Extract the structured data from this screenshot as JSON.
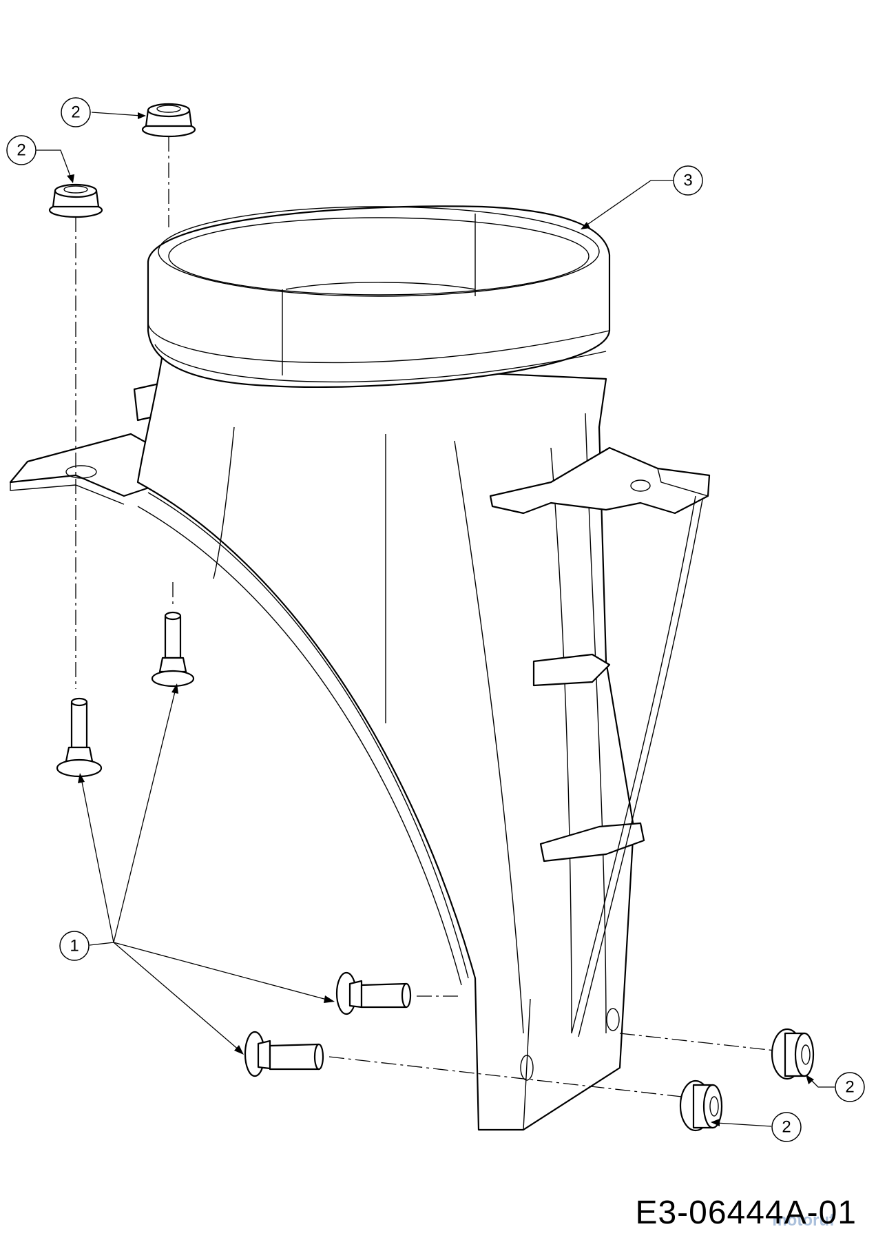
{
  "callouts": [
    {
      "label": "1"
    },
    {
      "label": "2"
    },
    {
      "label": "2"
    },
    {
      "label": "2"
    },
    {
      "label": "2"
    },
    {
      "label": "3"
    }
  ],
  "drawing_number": "E3-06444A-01",
  "watermark": "motoruf",
  "parts": [
    {
      "ref": "1",
      "icon": "flange-bolt-icon"
    },
    {
      "ref": "2",
      "icon": "flange-lock-nut-icon"
    },
    {
      "ref": "3",
      "icon": "discharge-chute-icon"
    }
  ]
}
